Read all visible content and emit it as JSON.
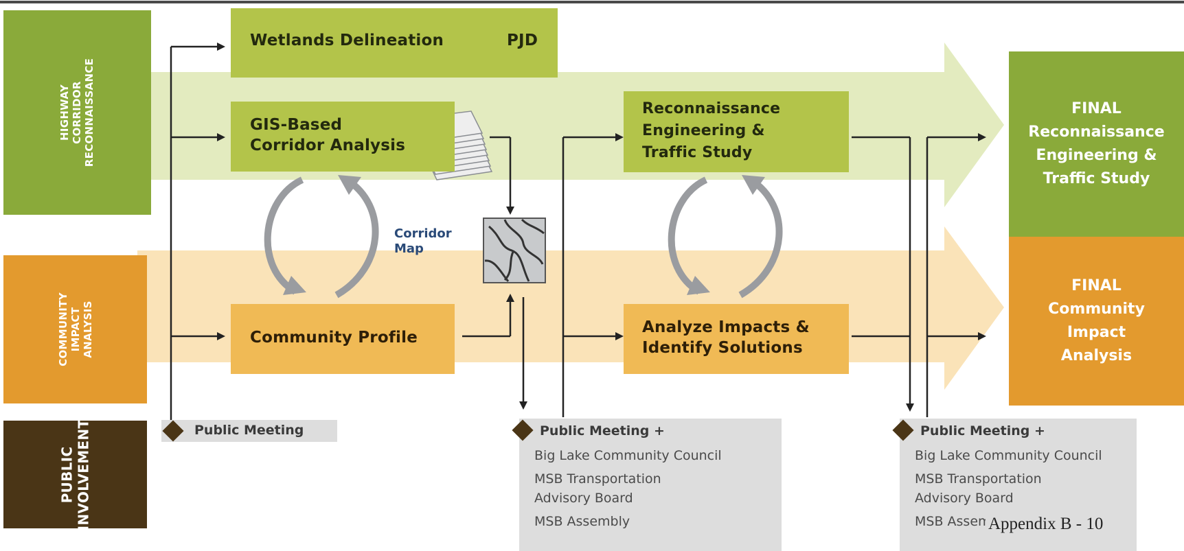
{
  "lanes": {
    "highway": "HIGHWAY\nCORRIDOR\nRECONNAISSANCE",
    "community": "COMMUNITY\nIMPACT\nANALYSIS",
    "public": "PUBLIC\nINVOLVEMENT"
  },
  "boxes": {
    "wetlands": "Wetlands Delineation",
    "pjd": "PJD",
    "gis_line1": "GIS-Based",
    "gis_line2": "Corridor Analysis",
    "community_profile": "Community Profile",
    "recon_line1": "Reconnaissance",
    "recon_line2": "Engineering &",
    "recon_line3": "Traffic Study",
    "analyze_line1": "Analyze Impacts &",
    "analyze_line2": "Identify Solutions"
  },
  "corridor_map_label": "Corridor\nMap",
  "finals": {
    "recon": "FINAL\nReconnaissance\nEngineering &\nTraffic Study",
    "community": "FINAL\nCommunity\nImpact\nAnalysis"
  },
  "meetings": {
    "first": "Public Meeting",
    "second": {
      "head": "Public Meeting +",
      "items": [
        "Big Lake Community Council",
        "MSB Transportation\nAdvisory Board",
        "MSB Assembly"
      ]
    },
    "third": {
      "head": "Public Meeting +",
      "items": [
        "Big Lake Community Council",
        "MSB Transportation\nAdvisory Board",
        "MSB Assembly"
      ]
    }
  },
  "footer": "Appendix B - 10",
  "colors": {
    "green": "#b3c44a",
    "green_dark": "#8aaa3a",
    "orange": "#f0ba55",
    "orange_dark": "#e39a2e",
    "brown": "#4a3516",
    "meeting_bg": "#dddddd"
  }
}
